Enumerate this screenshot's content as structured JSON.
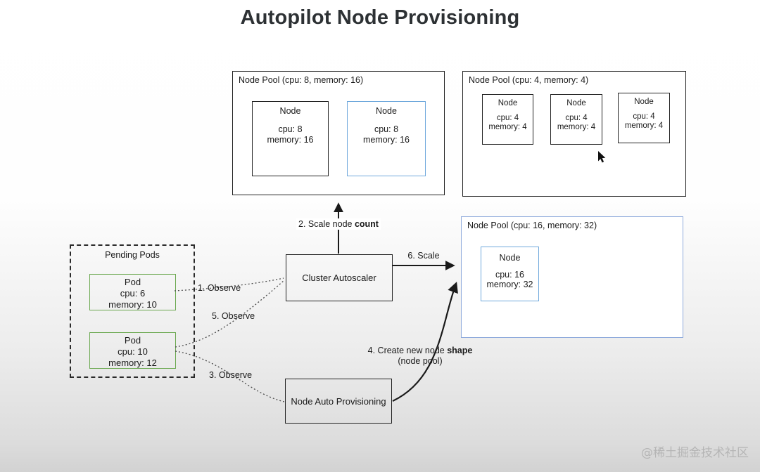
{
  "title": "Autopilot Node Provisioning",
  "watermark": "@稀土掘金技术社区",
  "colors": {
    "node_blue_border": "#6fa8dc",
    "pool_blue_border": "#8faadc",
    "pod_green_border": "#6aa84f",
    "line_dark": "#1a1a1a"
  },
  "pools": {
    "pool1": {
      "label": "Node Pool (cpu: 8, memory: 16)",
      "nodes": [
        {
          "title": "Node",
          "cpu": "cpu: 8",
          "memory": "memory: 16"
        },
        {
          "title": "Node",
          "cpu": "cpu: 8",
          "memory": "memory: 16"
        }
      ]
    },
    "pool2": {
      "label": "Node Pool (cpu: 4, memory: 4)",
      "nodes": [
        {
          "title": "Node",
          "cpu": "cpu: 4",
          "memory": "memory: 4"
        },
        {
          "title": "Node",
          "cpu": "cpu: 4",
          "memory": "memory: 4"
        },
        {
          "title": "Node",
          "cpu": "cpu: 4",
          "memory": "memory: 4"
        }
      ]
    },
    "pool3": {
      "label": "Node Pool (cpu: 16, memory: 32)",
      "nodes": [
        {
          "title": "Node",
          "cpu": "cpu: 16",
          "memory": "memory: 32"
        }
      ]
    }
  },
  "pending": {
    "label": "Pending Pods",
    "pods": [
      {
        "title": "Pod",
        "cpu": "cpu: 6",
        "memory": "memory: 10"
      },
      {
        "title": "Pod",
        "cpu": "cpu: 10",
        "memory": "memory: 12"
      }
    ]
  },
  "components": {
    "cluster_autoscaler": "Cluster Autoscaler",
    "node_auto_provisioning": "Node Auto Provisioning"
  },
  "labels": {
    "scale_node_count": {
      "prefix": "2. Scale node ",
      "bold": "count"
    },
    "observe_1": "1. Observe",
    "observe_5": "5. Observe",
    "observe_3": "3. Observe",
    "scale_6": "6. Scale",
    "create_shape": {
      "prefix": "4. Create new node ",
      "bold": "shape",
      "line2": "(node pool)"
    }
  }
}
